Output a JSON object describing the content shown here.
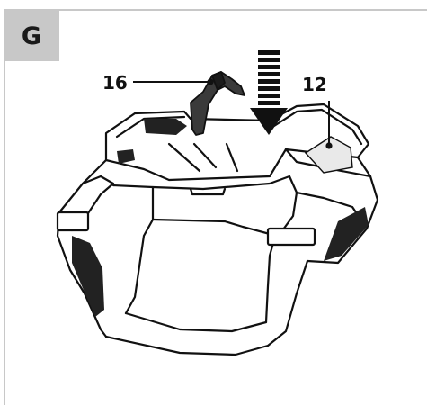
{
  "figure": {
    "panel_letter": "G",
    "callouts": [
      {
        "id": "16",
        "text": "16"
      },
      {
        "id": "12",
        "text": "12"
      }
    ]
  },
  "colors": {
    "badge_background": "#c8c8c8",
    "frame_rule": "#c8c8c8",
    "ink": "#111111"
  },
  "icons": [
    "down-arrow-icon",
    "handle-icon",
    "grass-box-illustration"
  ]
}
